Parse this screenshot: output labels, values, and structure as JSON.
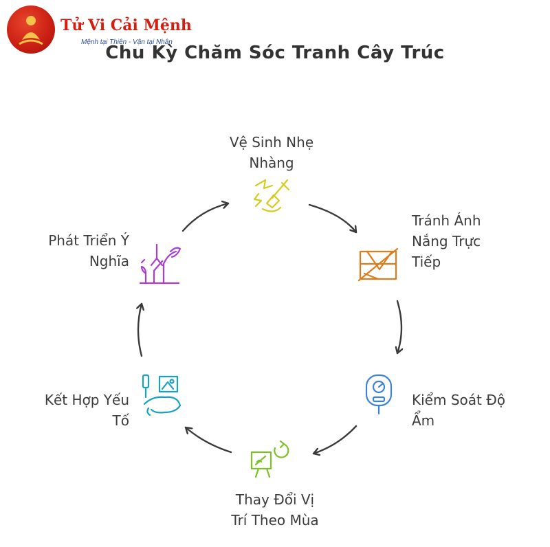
{
  "logo": {
    "name": "Tử Vi Cải Mệnh",
    "slogan": "Mệnh tại Thiên - Vận tại Nhân"
  },
  "title": "Chu Kỳ Chăm Sóc Tranh Cây Trúc",
  "steps": [
    {
      "line1": "Vệ Sinh Nhẹ",
      "line2": "Nhàng",
      "icon": "cleaning-brush-icon",
      "color": "#d4cc1c"
    },
    {
      "line1": "Tránh Ánh",
      "line2": "Nắng Trực",
      "line3": "Tiếp",
      "icon": "no-sunlight-icon",
      "color": "#e07b1a"
    },
    {
      "line1": "Kiểm Soát Độ",
      "line2": "Ẩm",
      "icon": "humidity-meter-icon",
      "color": "#3e82d6"
    },
    {
      "line1": "Thay Đổi Vị",
      "line2": "Trí Theo Mùa",
      "icon": "move-easel-icon",
      "color": "#7cc127"
    },
    {
      "line1": "Kết Hợp Yếu",
      "line2": "Tố",
      "icon": "art-combine-icon",
      "color": "#19a0c8"
    },
    {
      "line1": "Phát Triển Ý",
      "line2": "Nghĩa",
      "icon": "growth-plant-icon",
      "color": "#a93bd6"
    }
  ],
  "arrow_color": "#3a3a3a"
}
